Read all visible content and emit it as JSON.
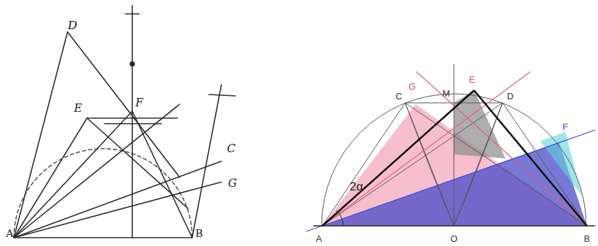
{
  "diagram": {
    "labels": [
      "D",
      "E",
      "F",
      "C",
      "G",
      "A",
      "B",
      "C",
      "G",
      "M",
      "E",
      "D",
      "F",
      "2α",
      "A",
      "O",
      "B"
    ]
  }
}
